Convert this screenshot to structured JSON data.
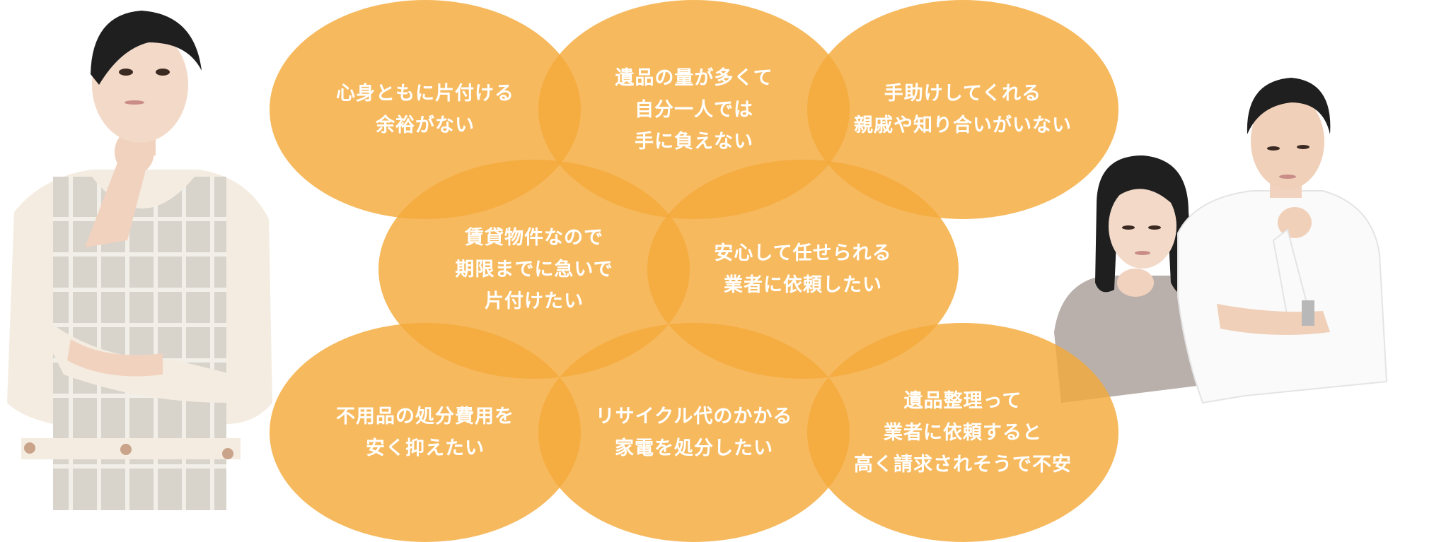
{
  "theme": {
    "bubble_color": "#F4AA3A",
    "bubble_overlap_color": "#F2AE48",
    "text_color": "#FFFFFF",
    "background": "#FFFFFF"
  },
  "bubbles": [
    {
      "id": "worry-1",
      "text": "心身ともに片付ける\n余裕がない"
    },
    {
      "id": "worry-2",
      "text": "遺品の量が多くて\n自分一人では\n手に負えない"
    },
    {
      "id": "worry-3",
      "text": "手助けしてくれる\n親戚や知り合いがいない"
    },
    {
      "id": "worry-4",
      "text": "賃貸物件なので\n期限までに急いで\n片付けたい"
    },
    {
      "id": "worry-5",
      "text": "安心して任せられる\n業者に依頼したい"
    },
    {
      "id": "worry-6",
      "text": "不用品の処分費用を\n安く抑えたい"
    },
    {
      "id": "worry-7",
      "text": "リサイクル代のかかる\n家電を処分したい"
    },
    {
      "id": "worry-8",
      "text": "遺品整理って\n業者に依頼すると\n高く請求されそうで不安"
    }
  ],
  "illustrations": {
    "left": "thinking-woman-in-apron",
    "right": "thinking-couple"
  }
}
